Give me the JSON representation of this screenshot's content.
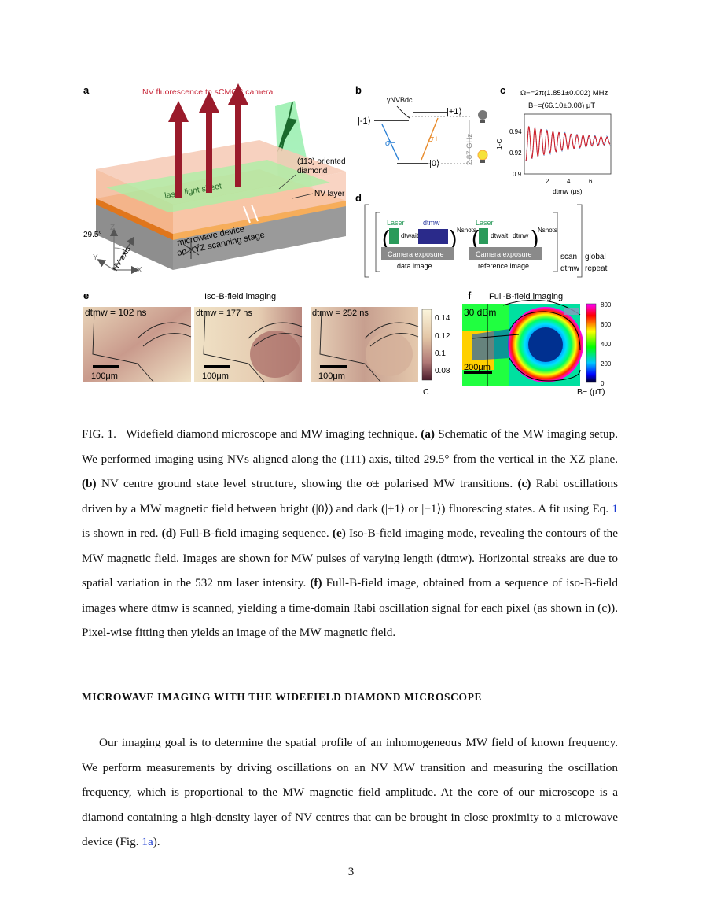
{
  "figure": {
    "panel_a": {
      "letter": "a",
      "fluorescence_label": "NV fluorescence to sCMOS camera",
      "diamond_label_1": "(113) oriented",
      "diamond_label_2": "diamond",
      "laser_label": "laser light sheet",
      "nv_layer_label": "NV layer",
      "device_label_1": "microwave device",
      "device_label_2": "on XYZ scanning stage",
      "angle_label": "29.5°",
      "axis_z": "Z",
      "axis_y": "Y",
      "axis_x": "X",
      "nv_axis_label": "NV axis"
    },
    "panel_b": {
      "letter": "b",
      "state_minus1": "|-1⟩",
      "state_plus1": "|+1⟩",
      "state_0": "|0⟩",
      "zeeman_label": "γNVBdc",
      "sigma_minus": "σ−",
      "sigma_plus": "σ+",
      "zfs_label": "2.87 GHz"
    },
    "panel_c": {
      "letter": "c",
      "rabi_label": "Ω−=2π(1.851±0.002) MHz",
      "field_label": "B−=(66.10±0.08) μT",
      "ylabel": "1-C",
      "xlabel": "dtmw (μs)",
      "yticks": [
        "0.94",
        "0.92",
        "0.9"
      ],
      "xticks": [
        "2",
        "4",
        "6"
      ]
    },
    "panel_d": {
      "letter": "d",
      "laser_1": "Laser",
      "dtmw_1": "dtmw",
      "nshots_1": "Nshots",
      "dtwait_1": "dtwait",
      "camera_1": "Camera exposure",
      "image_1": "data image",
      "laser_2": "Laser",
      "dtwait_2": "dtwait",
      "dtmw_2": "dtmw",
      "nshots_2": "Nshots",
      "camera_2": "Camera exposure",
      "image_2": "reference image",
      "scan_1": "scan",
      "scan_2": "dtmw",
      "global_1": "global",
      "global_2": "repeat"
    },
    "panel_e": {
      "letter": "e",
      "title": "Iso-B-field imaging",
      "tiles": [
        {
          "label": "dtmw = 102 ns",
          "scale": "100μm"
        },
        {
          "label": "dtmw = 177 ns",
          "scale": "100μm"
        },
        {
          "label": "dtmw = 252 ns",
          "scale": "100μm"
        }
      ],
      "colorbar_ticks": [
        "0.14",
        "0.12",
        "0.1",
        "0.08"
      ],
      "colorbar_label": "C"
    },
    "panel_f": {
      "letter": "f",
      "title": "Full-B-field imaging",
      "power": "30 dBm",
      "scale": "200μm",
      "colorbar_ticks": [
        "800",
        "600",
        "400",
        "200",
        "0"
      ],
      "colorbar_label": "B− (μT)"
    }
  },
  "caption": {
    "fig": "FIG. 1.",
    "intro": "Widefield diamond microscope and MW imaging technique.",
    "a_tag": "(a)",
    "a_text": "Schematic of the MW imaging setup. We performed imaging using NVs aligned along the (111) axis, tilted 29.5° from the vertical in the XZ plane.",
    "b_tag": "(b)",
    "b_text": "NV centre ground state level structure, showing the σ± polarised MW transitions.",
    "c_tag": "(c)",
    "c_text": "Rabi oscillations driven by a MW magnetic field between bright (|0⟩) and dark (|+1⟩ or |−1⟩) fluorescing states. A fit using Eq.",
    "c_ref": "1",
    "c_text2": "is shown in red.",
    "d_tag": "(d)",
    "d_text": "Full-B-field imaging sequence.",
    "e_tag": "(e)",
    "e_text": "Iso-B-field imaging mode, revealing the contours of the MW magnetic field. Images are shown for MW pulses of varying length (dtmw). Horizontal streaks are due to spatial variation in the 532 nm laser intensity.",
    "f_tag": "(f)",
    "f_text": "Full-B-field image, obtained from a sequence of iso-B-field images where dtmw is scanned, yielding a time-domain Rabi oscillation signal for each pixel (as shown in (c)). Pixel-wise fitting then yields an image of the MW magnetic field."
  },
  "section_heading": "MICROWAVE IMAGING WITH THE WIDEFIELD DIAMOND MICROSCOPE",
  "body": {
    "text": "Our imaging goal is to determine the spatial profile of an inhomogeneous MW field of known frequency. We perform measurements by driving oscillations on an NV MW transition and measuring the oscillation frequency, which is proportional to the MW magnetic field amplitude. At the core of our microscope is a diamond containing a high-density layer of NV centres that can be brought in close proximity to a microwave device (Fig.",
    "ref": "1a",
    "end": ")."
  },
  "page_number": "3",
  "colors": {
    "fluorescence_arrow": "#9a1b2b",
    "laser_green": "#7ee89a",
    "nv_layer_orange": "#f39a3c",
    "fit_red": "#d0202a",
    "data_blue": "#2a7fd4",
    "link_blue": "#1a3ad1"
  }
}
